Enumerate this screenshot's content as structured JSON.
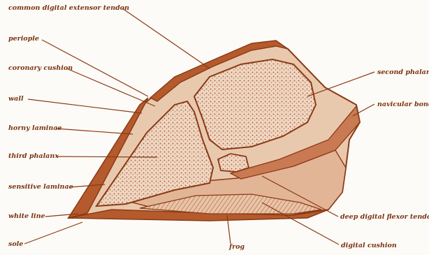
{
  "labels": {
    "common_digital_extensor_tendon": "common digital extensor tendon",
    "periople": "periople",
    "coronary_cushion": "coronary cushion",
    "wall": "wall",
    "horny_laminae": "horny laminae",
    "third_phalanx": "third phalanx",
    "sensitive_laminae": "sensitive laminae",
    "white_line": "white line",
    "sole": "sole",
    "frog": "frog",
    "digital_cushion": "digital cushion",
    "deep_digital_flexor_tendon": "deep digital flexor tendon",
    "navicular_bone": "navicular bone",
    "second_phalanx": "second phalanx"
  },
  "colors": {
    "ink": "#8a3a15",
    "fill_dark": "#b55a2c",
    "fill_mid": "#d9a382",
    "fill_light": "#f1dccb",
    "bone": "#f4e4d4",
    "background": "#fdfbf7"
  }
}
